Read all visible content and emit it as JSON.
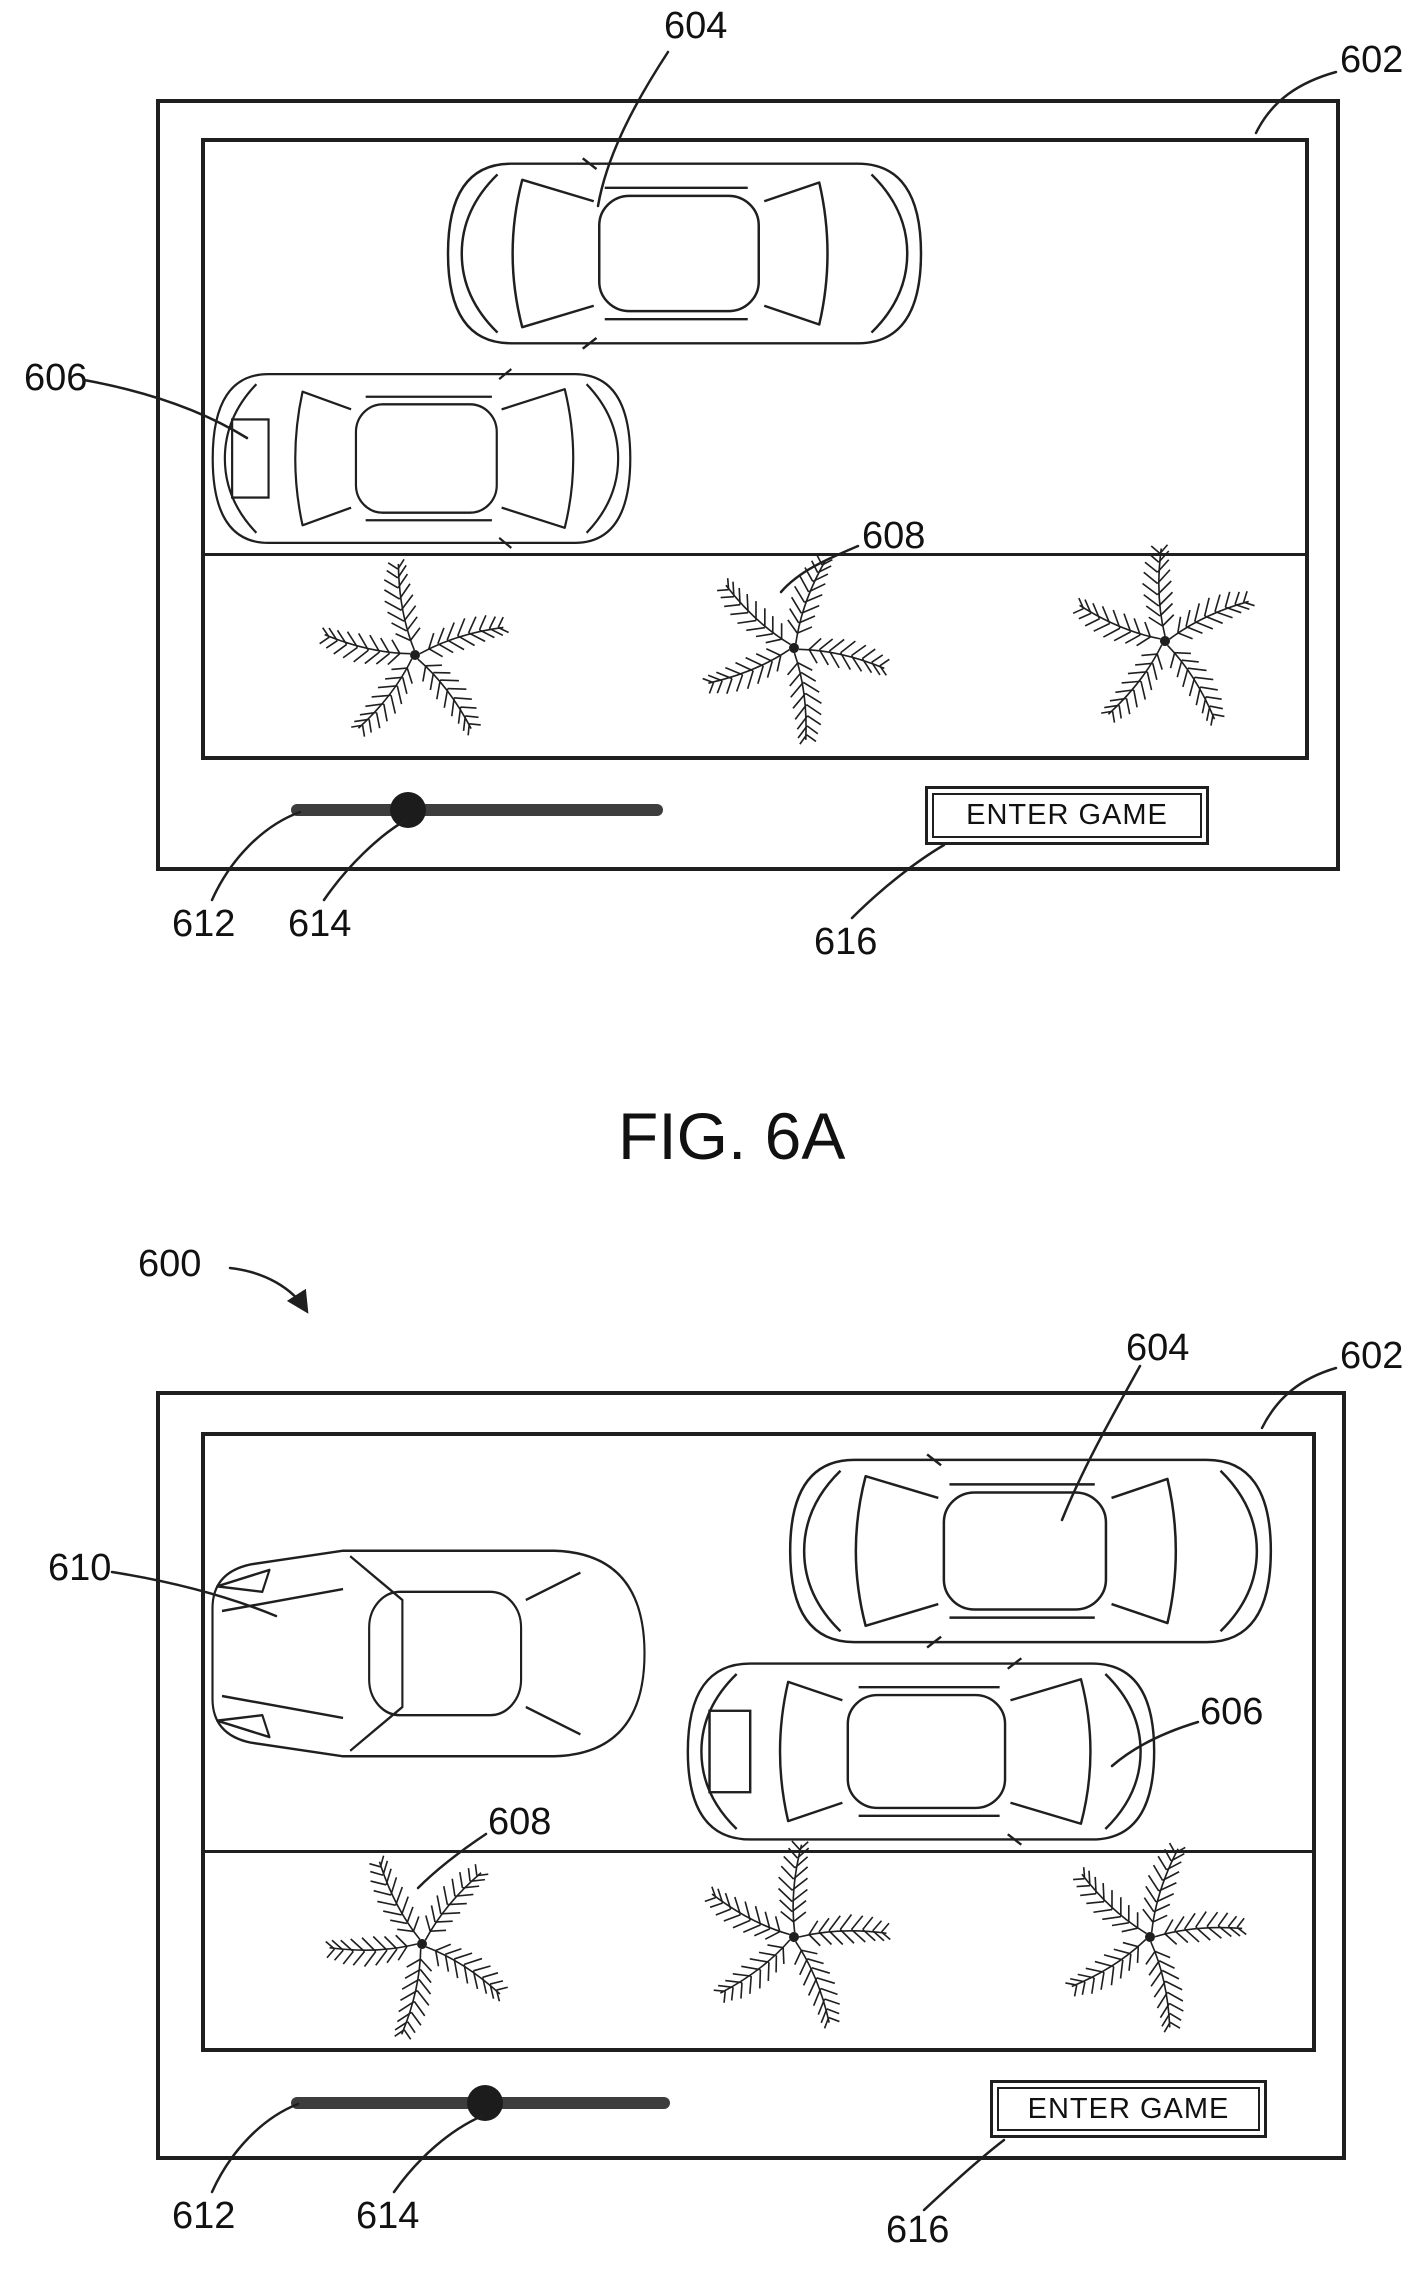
{
  "caption": "FIG. 6A",
  "panels": {
    "button_label": "ENTER GAME"
  },
  "refs": {
    "r600": "600",
    "r602": "602",
    "r604": "604",
    "r606": "606",
    "r608": "608",
    "r610": "610",
    "r612": "612",
    "r614": "614",
    "r616": "616"
  },
  "colors": {
    "line": "#1f1f1f",
    "slider_track": "#3d3d3d",
    "slider_thumb": "#1c1c1c",
    "background": "#ffffff"
  }
}
